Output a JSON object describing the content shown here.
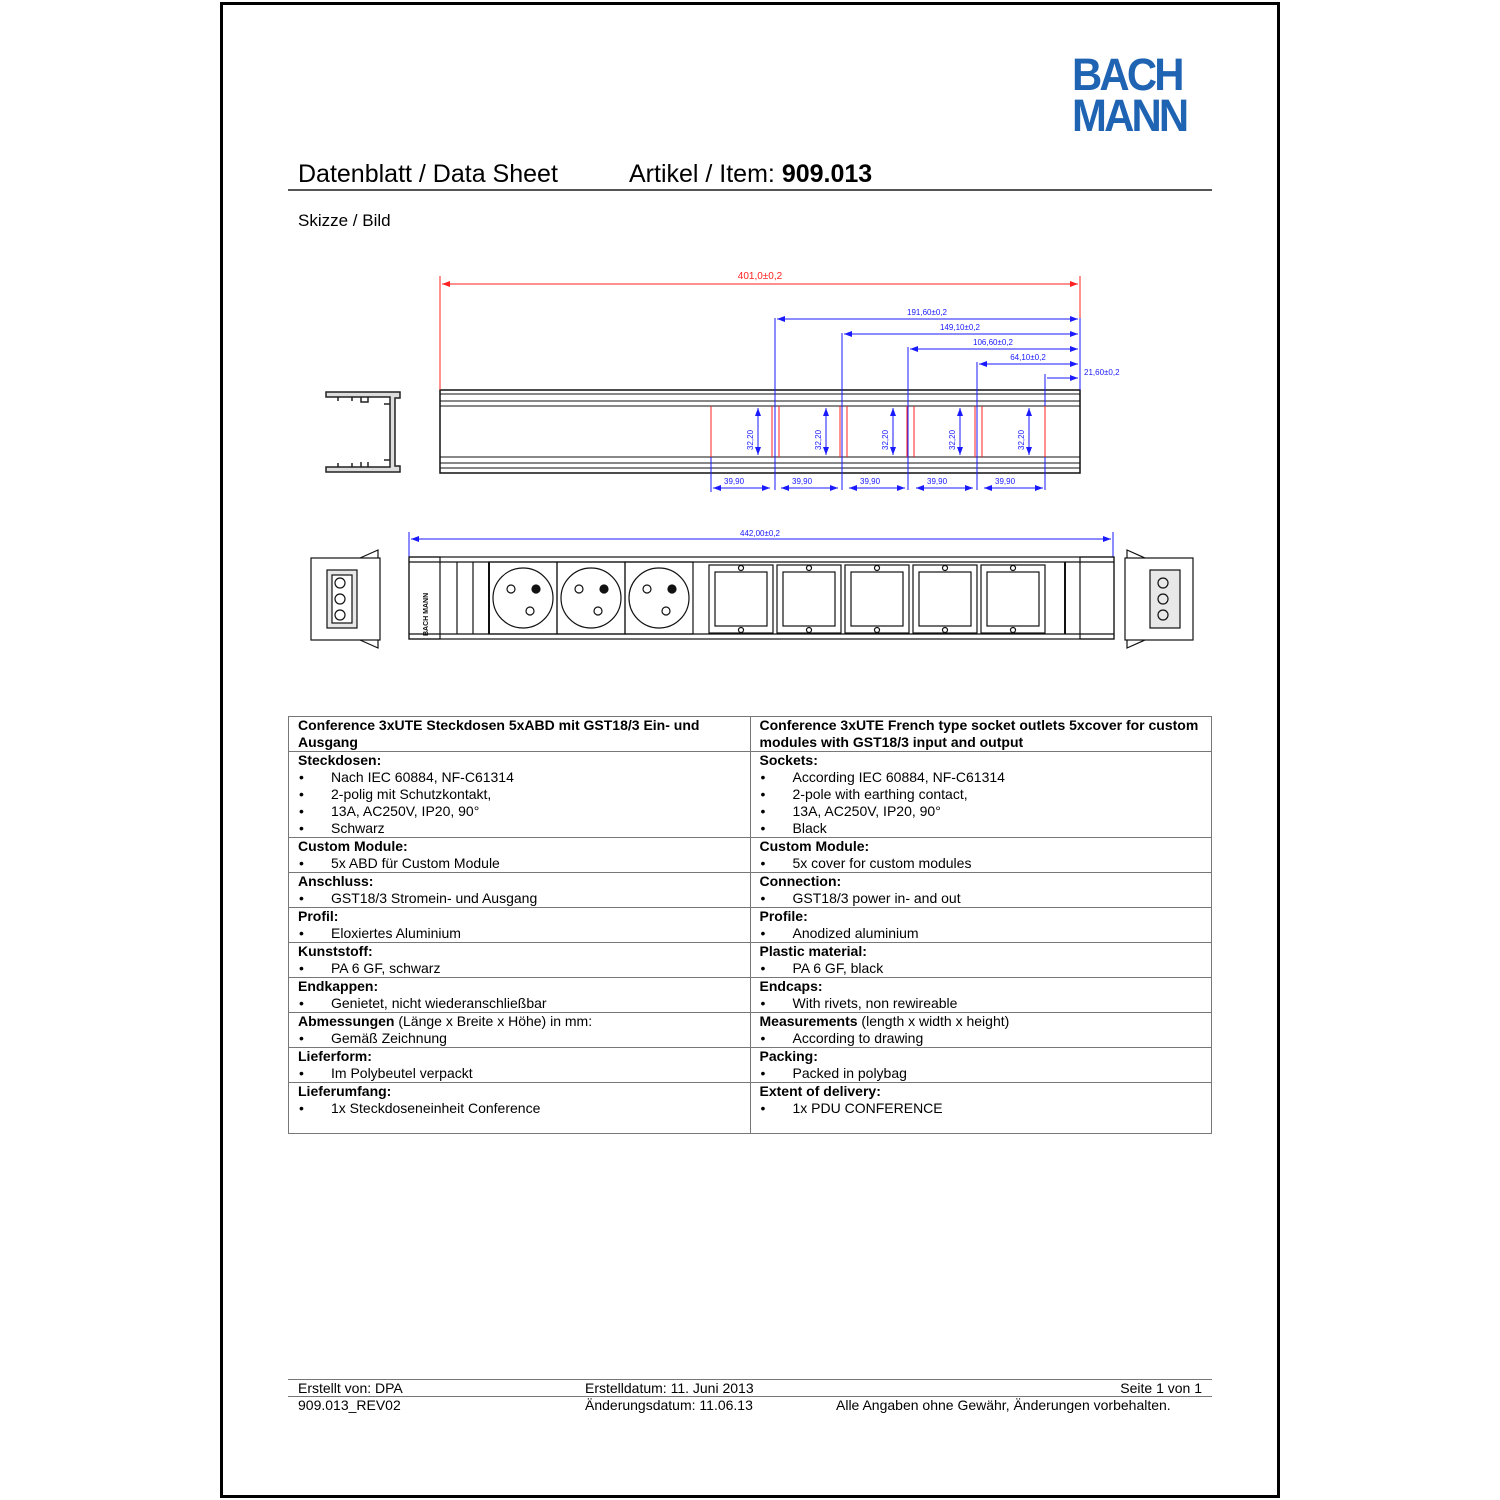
{
  "brand": {
    "line1": "BACH",
    "line2": "MANN",
    "color": "#1f63b3"
  },
  "header": {
    "title": "Datenblatt / Data Sheet",
    "item_label": "Artikel / Item: ",
    "item_number": "909.013"
  },
  "sketch_label": "Skizze / Bild",
  "drawing": {
    "overall_profile_length": "401,0±0,2",
    "offsets": [
      "191,60±0,2",
      "149,10±0,2",
      "106,60±0,2",
      "64,10±0,2",
      "21,60±0,2"
    ],
    "cutout_height": "32,20",
    "cutout_width": "39,90",
    "overall_length": "442,00±0,2",
    "socket_count": 3,
    "module_cover_count": 5,
    "end_label": "BACH MANN",
    "colors": {
      "dimension_blue": "#1a1aff",
      "dimension_red": "#ff2020"
    }
  },
  "spec_table": {
    "title_de": "Conference 3xUTE Steckdosen 5xABD mit GST18/3 Ein- und Ausgang",
    "title_en": "Conference 3xUTE French type socket outlets 5xcover for custom modules with GST18/3 input and output",
    "rows": [
      {
        "de_head": "Steckdosen:",
        "de_head_suffix": "",
        "de_items": [
          "Nach IEC 60884, NF-C61314",
          "2-polig mit Schutzkontakt,",
          "13A, AC250V, IP20, 90°",
          "Schwarz"
        ],
        "en_head": "Sockets:",
        "en_head_suffix": "",
        "en_items": [
          "According IEC 60884, NF-C61314",
          "2-pole with earthing contact,",
          "13A, AC250V, IP20, 90°",
          "Black"
        ]
      },
      {
        "de_head": "Custom Module:",
        "de_head_suffix": "",
        "de_items": [
          "5x ABD für Custom Module"
        ],
        "en_head": "Custom Module:",
        "en_head_suffix": "",
        "en_items": [
          "5x cover for custom modules"
        ]
      },
      {
        "de_head": "Anschluss:",
        "de_head_suffix": "",
        "de_items": [
          "GST18/3 Stromein- und Ausgang"
        ],
        "en_head": "Connection:",
        "en_head_suffix": "",
        "en_items": [
          "GST18/3 power in- and out"
        ]
      },
      {
        "de_head": "Profil:",
        "de_head_suffix": "",
        "de_items": [
          "Eloxiertes Aluminium"
        ],
        "en_head": "Profile:",
        "en_head_suffix": "",
        "en_items": [
          "Anodized aluminium"
        ]
      },
      {
        "de_head": "Kunststoff:",
        "de_head_suffix": "",
        "de_items": [
          "PA 6 GF, schwarz"
        ],
        "en_head": "Plastic material:",
        "en_head_suffix": "",
        "en_items": [
          "PA 6 GF, black"
        ]
      },
      {
        "de_head": "Endkappen:",
        "de_head_suffix": "",
        "de_items": [
          "Genietet, nicht wiederanschließbar"
        ],
        "en_head": "Endcaps:",
        "en_head_suffix": "",
        "en_items": [
          "With rivets, non rewireable"
        ]
      },
      {
        "de_head": "Abmessungen",
        "de_head_suffix": " (Länge x Breite x Höhe) in mm:",
        "de_items": [
          "Gemäß Zeichnung"
        ],
        "en_head": "Measurements",
        "en_head_suffix": " (length x width x height)",
        "en_items": [
          "According to drawing"
        ]
      },
      {
        "de_head": "Lieferform:",
        "de_head_suffix": "",
        "de_items": [
          "Im Polybeutel verpackt"
        ],
        "en_head": "Packing:",
        "en_head_suffix": "",
        "en_items": [
          "Packed in polybag"
        ]
      },
      {
        "de_head": "Lieferumfang:",
        "de_head_suffix": "",
        "de_items": [
          "1x Steckdoseneinheit Conference"
        ],
        "en_head": "Extent of delivery:",
        "en_head_suffix": "",
        "en_items": [
          "1x PDU CONFERENCE"
        ]
      }
    ]
  },
  "footer": {
    "created_by": "Erstellt von: DPA",
    "created_date": "Erstelldatum: 11. Juni 2013",
    "page": "Seite 1 von 1",
    "revision": "909.013_REV02",
    "modified_date": "Änderungsdatum: 11.06.13",
    "disclaimer": "Alle Angaben ohne Gewähr, Änderungen vorbehalten."
  }
}
